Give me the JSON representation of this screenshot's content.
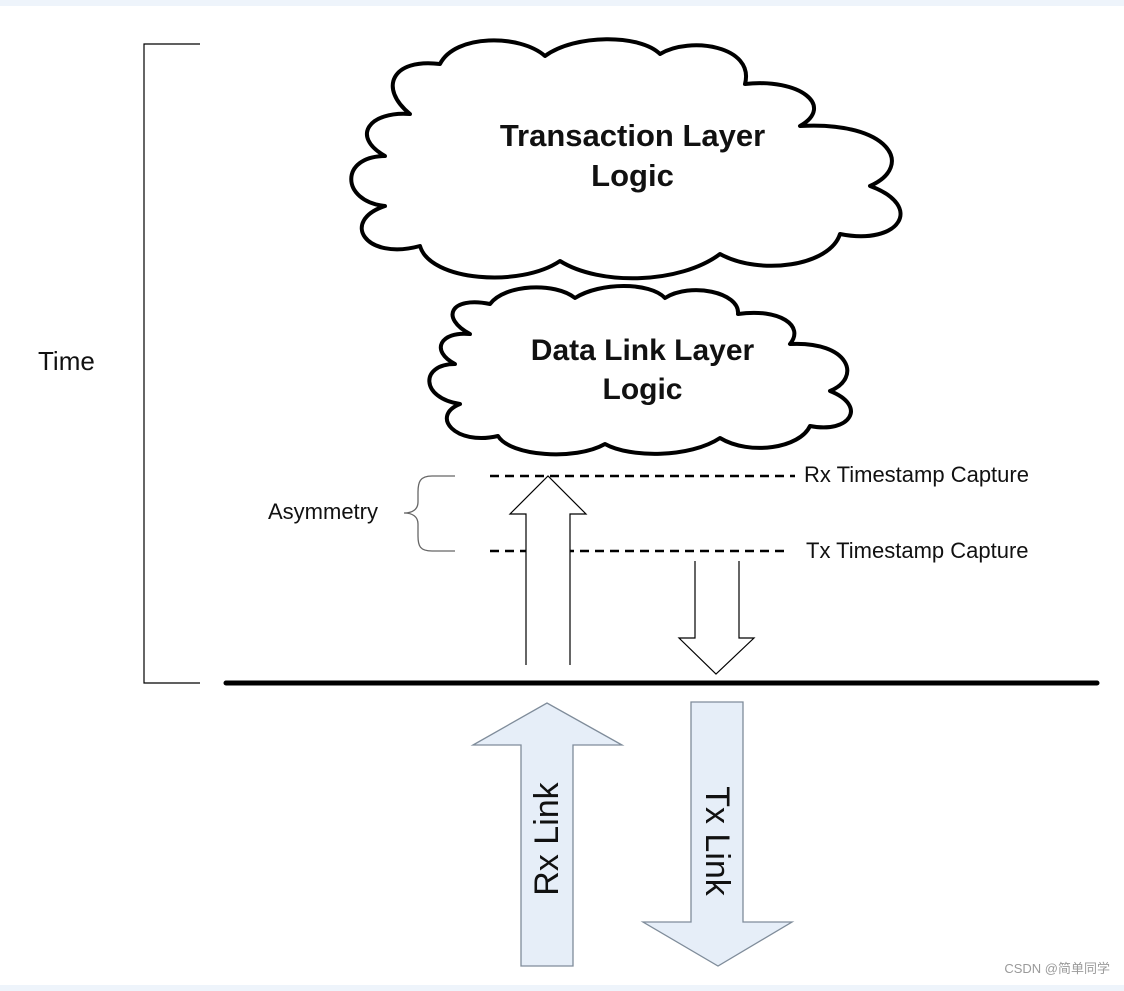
{
  "diagram": {
    "time_label": "Time",
    "transaction_cloud": {
      "line1": "Transaction Layer",
      "line2": "Logic"
    },
    "datalink_cloud": {
      "line1": "Data Link Layer",
      "line2": "Logic"
    },
    "asymmetry_label": "Asymmetry",
    "rx_capture_label": "Rx Timestamp Capture",
    "tx_capture_label": "Tx Timestamp Capture",
    "rx_link_label": "Rx Link",
    "tx_link_label": "Tx Link",
    "colors": {
      "stroke": "#000000",
      "link_arrow_fill": "#e6eef8",
      "link_arrow_stroke": "#7f8c9a",
      "background_band": "#eef4fb"
    }
  },
  "watermark": "CSDN @简单同学"
}
